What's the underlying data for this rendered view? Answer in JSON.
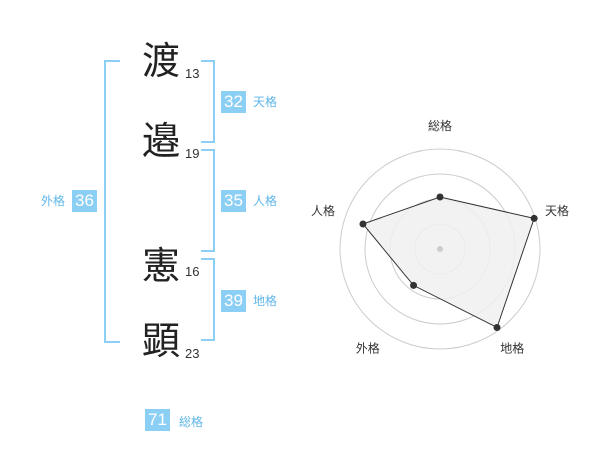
{
  "characters": [
    {
      "char": "渡",
      "strokes": "13"
    },
    {
      "char": "邉",
      "strokes": "19"
    },
    {
      "char": "憲",
      "strokes": "16"
    },
    {
      "char": "顕",
      "strokes": "23"
    }
  ],
  "kaku": {
    "tenkaku": {
      "value": "32",
      "label": "天格"
    },
    "jinkaku": {
      "value": "35",
      "label": "人格"
    },
    "chikaku": {
      "value": "39",
      "label": "地格"
    },
    "gaikaku": {
      "value": "36",
      "label": "外格"
    },
    "soukaku": {
      "value": "71",
      "label": "総格"
    }
  },
  "chart_data": {
    "type": "radar",
    "axes": [
      "総格",
      "天格",
      "地格",
      "外格",
      "人格"
    ],
    "values": [
      0.52,
      0.99,
      0.97,
      0.45,
      0.81
    ],
    "range": [
      0,
      1
    ],
    "rings": 4,
    "colors": {
      "fill": "#f0f0f0",
      "stroke": "#333333",
      "ring": "#cccccc"
    }
  }
}
